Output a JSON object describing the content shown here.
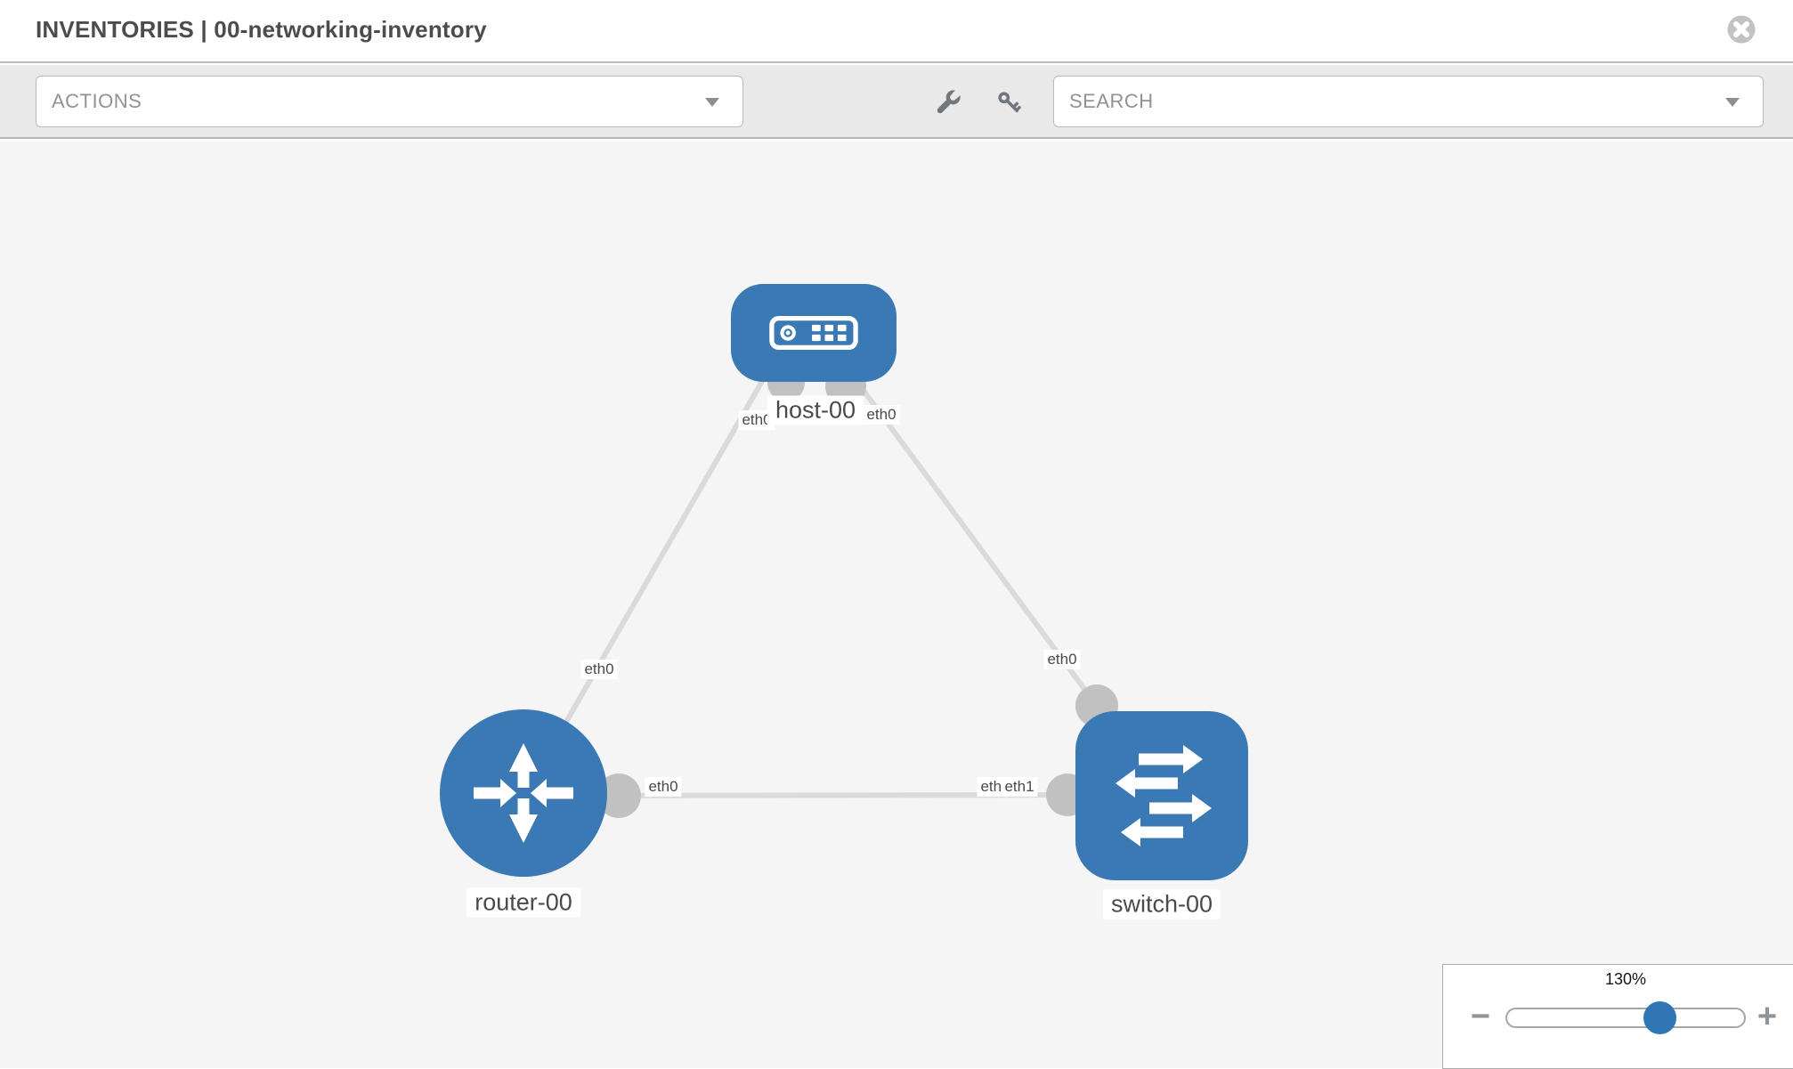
{
  "header": {
    "title": "INVENTORIES | 00-networking-inventory"
  },
  "toolbar": {
    "actions_label": "ACTIONS",
    "search_label": "SEARCH",
    "icons": [
      "wrench-icon",
      "key-icon"
    ]
  },
  "topology": {
    "nodes": [
      {
        "label": "host-00",
        "type": "host"
      },
      {
        "label": "router-00",
        "type": "router"
      },
      {
        "label": "switch-00",
        "type": "switch"
      }
    ],
    "links": [
      {
        "from": "host-00",
        "from_if": "eth0",
        "to": "router-00",
        "to_if": "eth0"
      },
      {
        "from": "host-00",
        "from_if": "eth0",
        "to": "switch-00",
        "to_if": "eth0"
      },
      {
        "from": "router-00",
        "from_if": "eth0",
        "to": "switch-00",
        "to_if": "eth1"
      }
    ],
    "if_labels": [
      {
        "text": "eth0"
      },
      {
        "text": "eth0"
      },
      {
        "text": "eth0"
      },
      {
        "text": "eth0"
      },
      {
        "text": "eth0"
      },
      {
        "text": "eth0"
      },
      {
        "text": "eth1"
      }
    ]
  },
  "zoom_control": {
    "level": "130%",
    "minus": "−",
    "plus": "+"
  },
  "colors": {
    "node_blue": "#3b79b5",
    "handle_blue": "#2e76b4",
    "link_gray": "#dadada",
    "port_gray": "#c1c1c1",
    "toolbar_gray": "#e9e9e9"
  }
}
